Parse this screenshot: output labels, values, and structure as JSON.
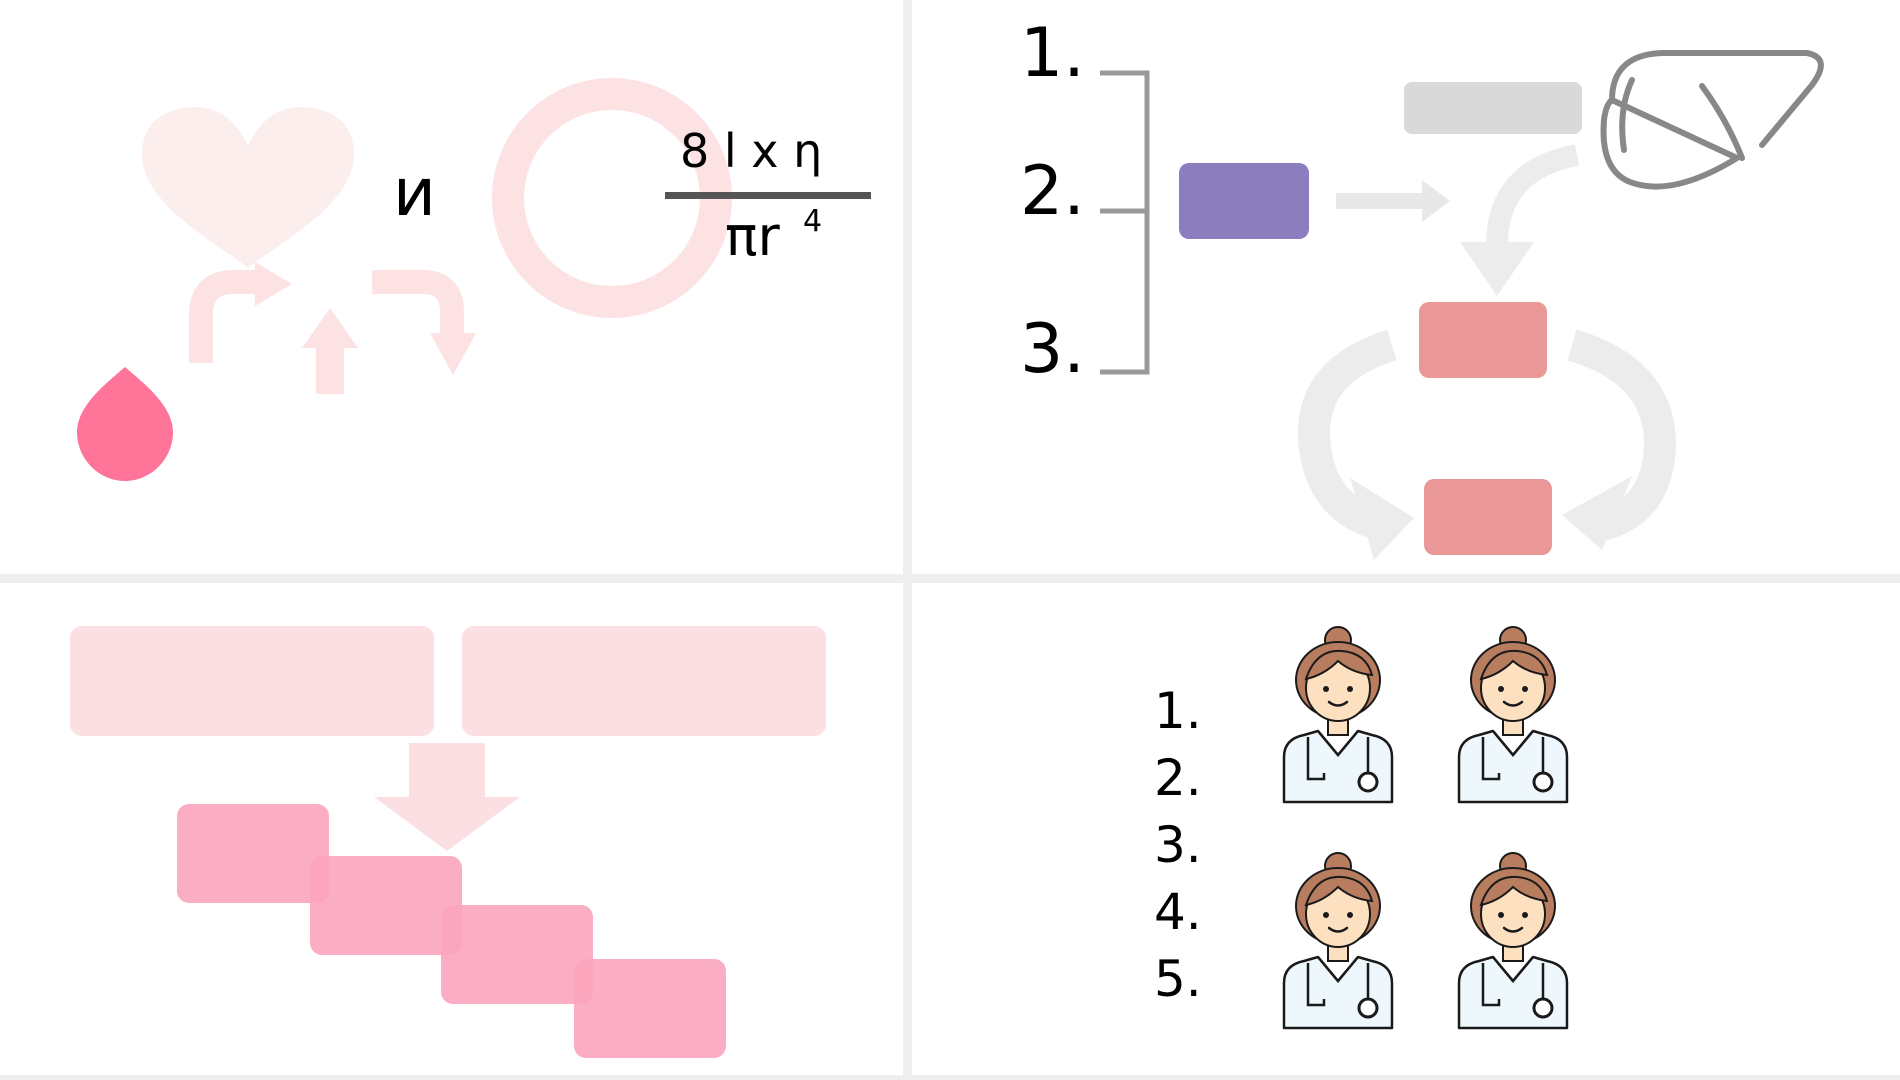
{
  "colors": {
    "divider": "#eeeeee",
    "drop": "#ff7499",
    "faint_pink": "#fde2e4",
    "process_purple": "#8b7dbe",
    "target_red": "#e99797",
    "light_gray": "#d9d9d9",
    "arrow_gray": "#e8e8e8",
    "outline_gray": "#888888",
    "step_pink": "#fba5bd",
    "header_pink": "#fcdfe2"
  },
  "panel_top_left": {
    "letter": "и",
    "formula": {
      "numerator": "8 l  x  η",
      "denominator": "πr",
      "exponent": "4"
    }
  },
  "panel_top_right": {
    "list": [
      "1.",
      "2.",
      "3."
    ]
  },
  "panel_bottom_right": {
    "list": [
      "1.",
      "2.",
      "3.",
      "4.",
      "5."
    ],
    "icon": "female-doctor-icon"
  }
}
